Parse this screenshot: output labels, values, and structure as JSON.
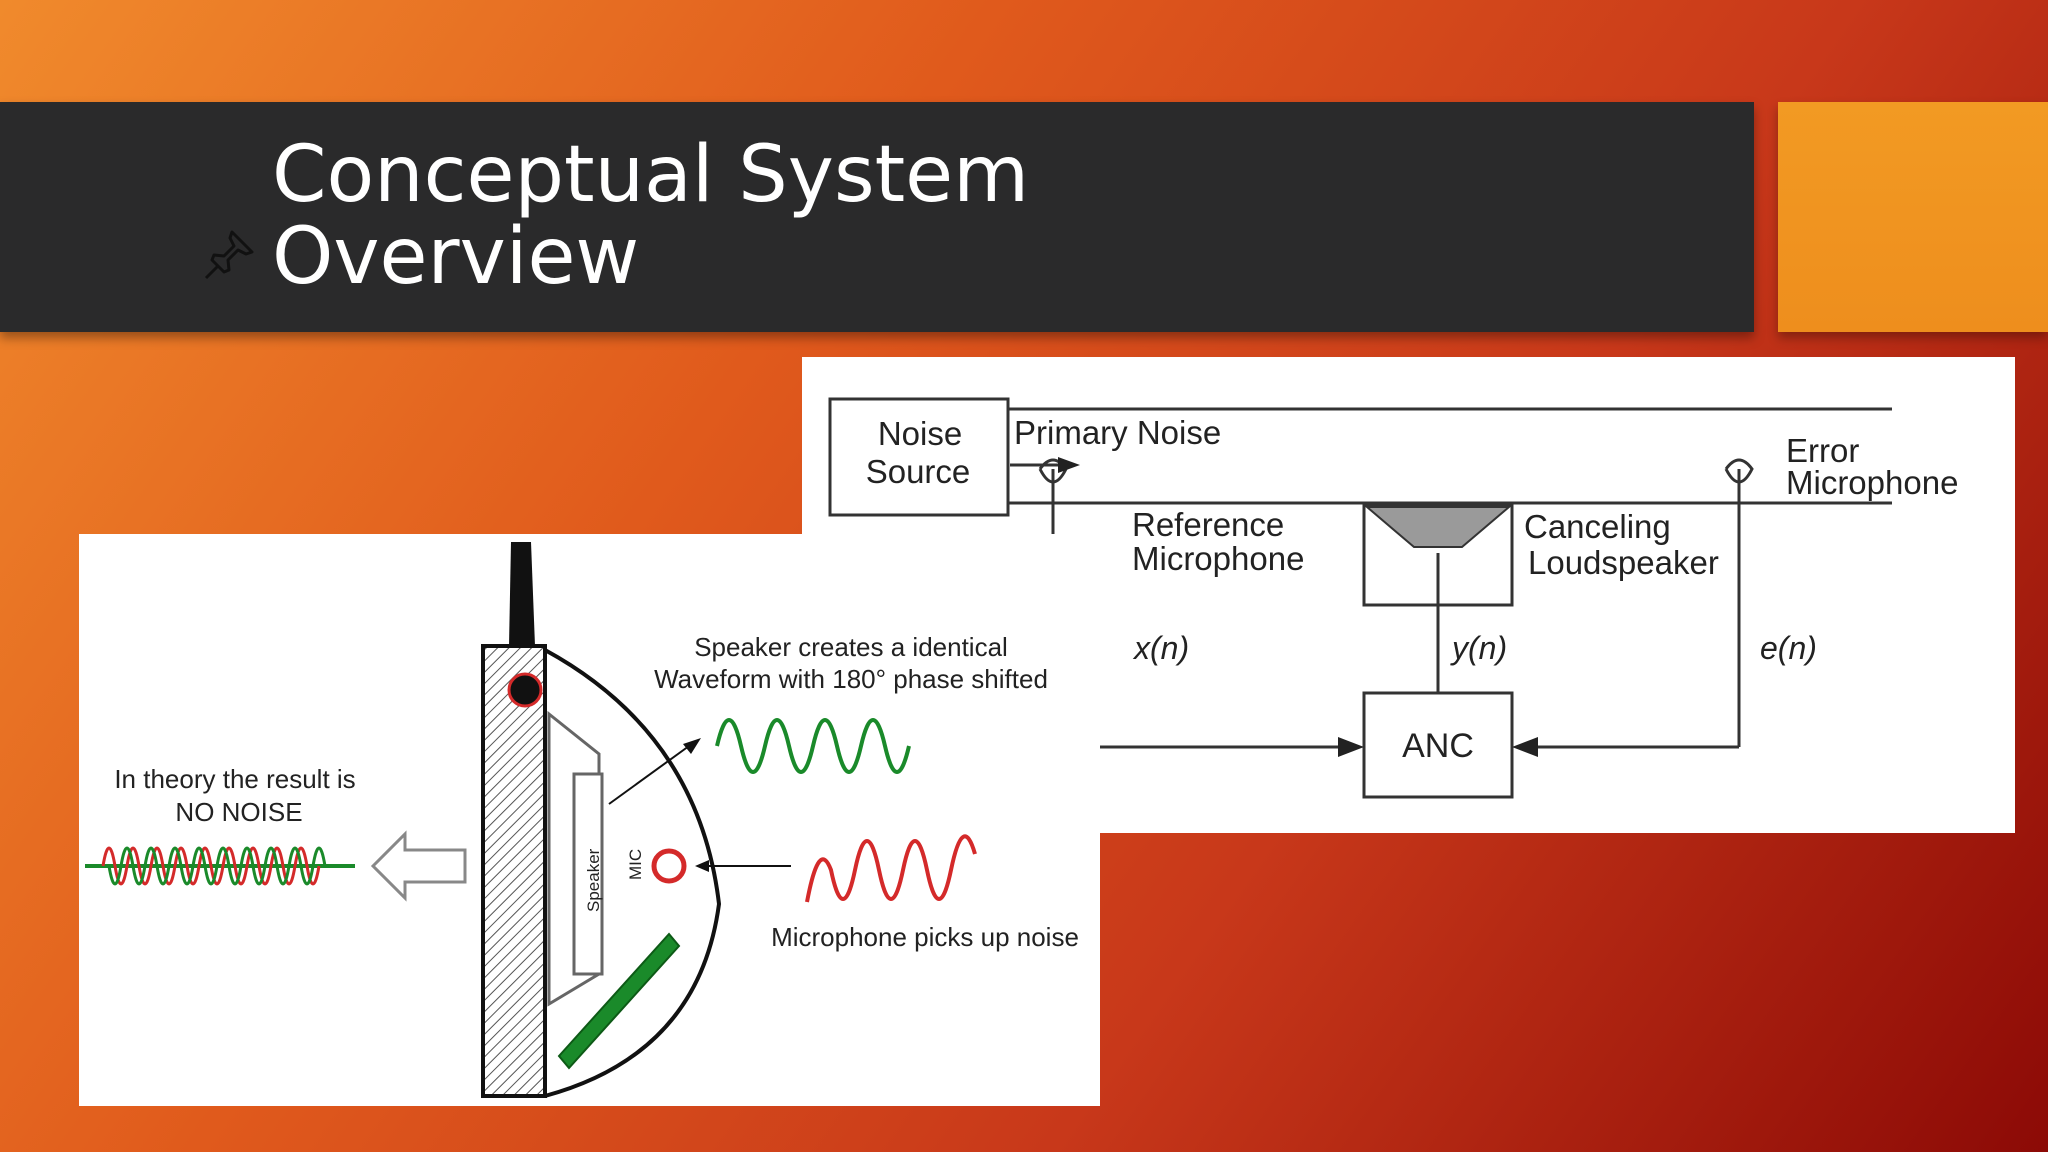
{
  "slide": {
    "title": "Conceptual System Overview",
    "title_line1": "Conceptual System",
    "title_line2": "Overview"
  },
  "anc_diagram": {
    "noise_source_line1": "Noise",
    "noise_source_line2": "Source",
    "primary_noise": "Primary Noise",
    "reference_mic_line1": "Reference",
    "reference_mic_line2": "Microphone",
    "canceling_line1": "Canceling",
    "canceling_line2": "Loudspeaker",
    "error_mic_line1": "Error",
    "error_mic_line2": "Microphone",
    "x_signal": "x(n)",
    "y_signal": "y(n)",
    "e_signal": "e(n)",
    "anc_block": "ANC"
  },
  "headphone_diagram": {
    "result_line1": "In theory the result is",
    "result_line2": "NO NOISE",
    "speaker_note_line1": "Speaker creates a identical",
    "speaker_note_line2": "Waveform with 180° phase shifted",
    "mic_note": "Microphone picks up noise",
    "speaker_label": "Speaker",
    "mic_label": "MIC"
  },
  "colors": {
    "title_bar": "#2a2a2b",
    "accent": "#f29a23",
    "wave_green": "#1a8a2a",
    "wave_red": "#d42a2a"
  },
  "icons": [
    "pin-icon"
  ]
}
